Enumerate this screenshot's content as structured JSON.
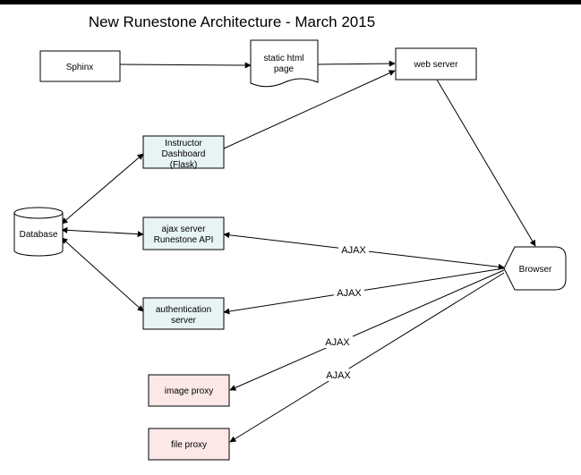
{
  "diagram": {
    "title": "New Runestone Architecture - March 2015",
    "nodes": {
      "sphinx": {
        "label": [
          "Sphinx"
        ]
      },
      "static_html": {
        "label": [
          "static html",
          "page"
        ]
      },
      "web_server": {
        "label": [
          "web server"
        ]
      },
      "instructor_dashboard": {
        "label": [
          "Instructor",
          "Dashboard",
          "(Flask)"
        ]
      },
      "ajax_server": {
        "label": [
          "ajax server",
          "Runestone API"
        ]
      },
      "authentication_server": {
        "label": [
          "authentication",
          "server"
        ]
      },
      "database": {
        "label": [
          "Database"
        ]
      },
      "browser": {
        "label": [
          "Browser"
        ]
      },
      "image_proxy": {
        "label": [
          "image proxy"
        ]
      },
      "file_proxy": {
        "label": [
          "file proxy"
        ]
      }
    },
    "edge_labels": [
      "AJAX",
      "AJAX",
      "AJAX",
      "AJAX"
    ],
    "colors": {
      "border": "#000000",
      "top_bar": "#000000",
      "plain_fill": "#ffffff",
      "server_fill": "#e8f4f3",
      "proxy_fill": "#fde8e8"
    }
  }
}
